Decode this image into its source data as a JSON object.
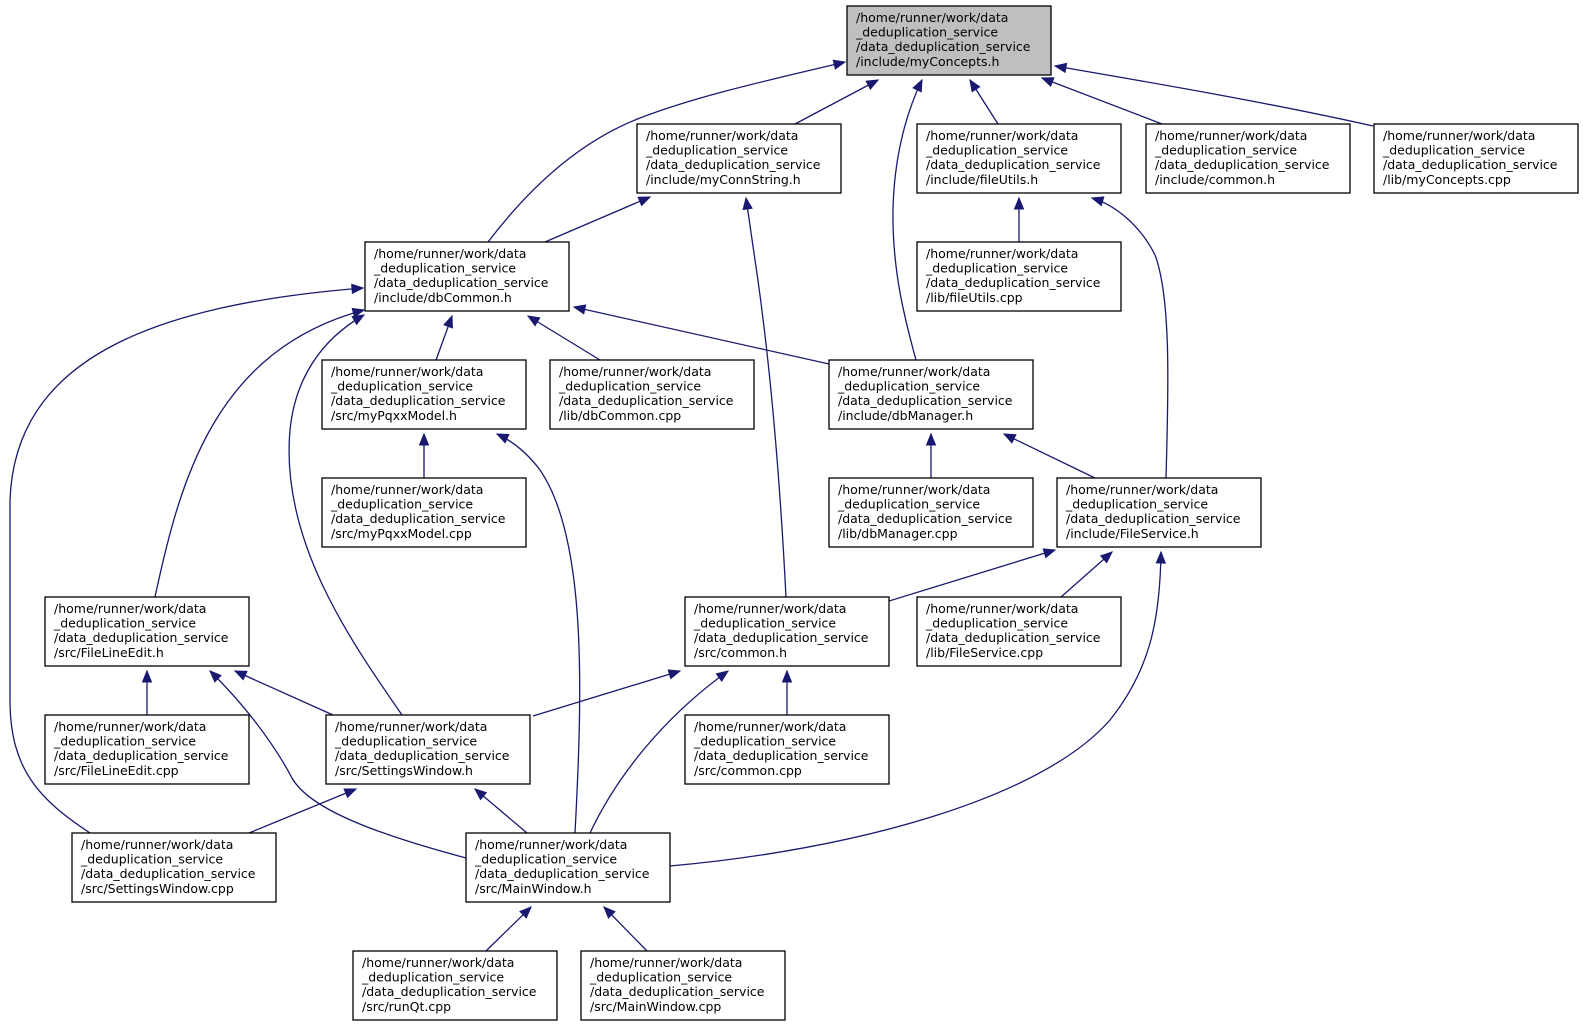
{
  "graph": {
    "type": "include-dependency-graph",
    "colors": {
      "edge": "#191970",
      "root_fill": "#bfbfbf",
      "node_fill": "#ffffff",
      "node_border": "#000000"
    },
    "nodes": [
      {
        "id": "myConcepts_h",
        "root": true,
        "lines": [
          "/home/runner/work/data",
          "_deduplication_service",
          "/data_deduplication_service",
          "/include/myConcepts.h"
        ]
      },
      {
        "id": "myConnString_h",
        "lines": [
          "/home/runner/work/data",
          "_deduplication_service",
          "/data_deduplication_service",
          "/include/myConnString.h"
        ]
      },
      {
        "id": "fileUtils_h",
        "lines": [
          "/home/runner/work/data",
          "_deduplication_service",
          "/data_deduplication_service",
          "/include/fileUtils.h"
        ]
      },
      {
        "id": "common_h_inc",
        "lines": [
          "/home/runner/work/data",
          "_deduplication_service",
          "/data_deduplication_service",
          "/include/common.h"
        ]
      },
      {
        "id": "myConcepts_cpp",
        "lines": [
          "/home/runner/work/data",
          "_deduplication_service",
          "/data_deduplication_service",
          "/lib/myConcepts.cpp"
        ]
      },
      {
        "id": "dbCommon_h",
        "lines": [
          "/home/runner/work/data",
          "_deduplication_service",
          "/data_deduplication_service",
          "/include/dbCommon.h"
        ]
      },
      {
        "id": "fileUtils_cpp",
        "lines": [
          "/home/runner/work/data",
          "_deduplication_service",
          "/data_deduplication_service",
          "/lib/fileUtils.cpp"
        ]
      },
      {
        "id": "myPqxxModel_h",
        "lines": [
          "/home/runner/work/data",
          "_deduplication_service",
          "/data_deduplication_service",
          "/src/myPqxxModel.h"
        ]
      },
      {
        "id": "dbCommon_cpp",
        "lines": [
          "/home/runner/work/data",
          "_deduplication_service",
          "/data_deduplication_service",
          "/lib/dbCommon.cpp"
        ]
      },
      {
        "id": "dbManager_h",
        "lines": [
          "/home/runner/work/data",
          "_deduplication_service",
          "/data_deduplication_service",
          "/include/dbManager.h"
        ]
      },
      {
        "id": "myPqxxModel_cpp",
        "lines": [
          "/home/runner/work/data",
          "_deduplication_service",
          "/data_deduplication_service",
          "/src/myPqxxModel.cpp"
        ]
      },
      {
        "id": "dbManager_cpp",
        "lines": [
          "/home/runner/work/data",
          "_deduplication_service",
          "/data_deduplication_service",
          "/lib/dbManager.cpp"
        ]
      },
      {
        "id": "FileService_h",
        "lines": [
          "/home/runner/work/data",
          "_deduplication_service",
          "/data_deduplication_service",
          "/include/FileService.h"
        ]
      },
      {
        "id": "FileLineEdit_h",
        "lines": [
          "/home/runner/work/data",
          "_deduplication_service",
          "/data_deduplication_service",
          "/src/FileLineEdit.h"
        ]
      },
      {
        "id": "common_h_src",
        "lines": [
          "/home/runner/work/data",
          "_deduplication_service",
          "/data_deduplication_service",
          "/src/common.h"
        ]
      },
      {
        "id": "FileService_cpp",
        "lines": [
          "/home/runner/work/data",
          "_deduplication_service",
          "/data_deduplication_service",
          "/lib/FileService.cpp"
        ]
      },
      {
        "id": "FileLineEdit_cpp",
        "lines": [
          "/home/runner/work/data",
          "_deduplication_service",
          "/data_deduplication_service",
          "/src/FileLineEdit.cpp"
        ]
      },
      {
        "id": "SettingsWindow_h",
        "lines": [
          "/home/runner/work/data",
          "_deduplication_service",
          "/data_deduplication_service",
          "/src/SettingsWindow.h"
        ]
      },
      {
        "id": "common_cpp",
        "lines": [
          "/home/runner/work/data",
          "_deduplication_service",
          "/data_deduplication_service",
          "/src/common.cpp"
        ]
      },
      {
        "id": "SettingsWindow_cpp",
        "lines": [
          "/home/runner/work/data",
          "_deduplication_service",
          "/data_deduplication_service",
          "/src/SettingsWindow.cpp"
        ]
      },
      {
        "id": "MainWindow_h",
        "lines": [
          "/home/runner/work/data",
          "_deduplication_service",
          "/data_deduplication_service",
          "/src/MainWindow.h"
        ]
      },
      {
        "id": "runQt_cpp",
        "lines": [
          "/home/runner/work/data",
          "_deduplication_service",
          "/data_deduplication_service",
          "/src/runQt.cpp"
        ]
      },
      {
        "id": "MainWindow_cpp",
        "lines": [
          "/home/runner/work/data",
          "_deduplication_service",
          "/data_deduplication_service",
          "/src/MainWindow.cpp"
        ]
      }
    ],
    "edges": [
      {
        "from": "dbCommon_h",
        "to": "myConcepts_h"
      },
      {
        "from": "myConnString_h",
        "to": "myConcepts_h"
      },
      {
        "from": "dbManager_h",
        "to": "myConcepts_h"
      },
      {
        "from": "fileUtils_h",
        "to": "myConcepts_h"
      },
      {
        "from": "common_h_inc",
        "to": "myConcepts_h"
      },
      {
        "from": "myConcepts_cpp",
        "to": "myConcepts_h"
      },
      {
        "from": "dbCommon_h",
        "to": "myConnString_h"
      },
      {
        "from": "common_h_src",
        "to": "myConnString_h"
      },
      {
        "from": "fileUtils_cpp",
        "to": "fileUtils_h"
      },
      {
        "from": "FileService_h",
        "to": "fileUtils_h"
      },
      {
        "from": "SettingsWindow_cpp",
        "to": "dbCommon_h"
      },
      {
        "from": "FileLineEdit_h",
        "to": "dbCommon_h"
      },
      {
        "from": "SettingsWindow_h",
        "to": "dbCommon_h"
      },
      {
        "from": "myPqxxModel_h",
        "to": "dbCommon_h"
      },
      {
        "from": "dbCommon_cpp",
        "to": "dbCommon_h"
      },
      {
        "from": "dbManager_h",
        "to": "dbCommon_h"
      },
      {
        "from": "myPqxxModel_cpp",
        "to": "myPqxxModel_h"
      },
      {
        "from": "MainWindow_h",
        "to": "myPqxxModel_h"
      },
      {
        "from": "dbManager_cpp",
        "to": "dbManager_h"
      },
      {
        "from": "FileService_h",
        "to": "dbManager_h"
      },
      {
        "from": "common_h_src",
        "to": "FileService_h"
      },
      {
        "from": "FileService_cpp",
        "to": "FileService_h"
      },
      {
        "from": "MainWindow_h",
        "to": "FileService_h"
      },
      {
        "from": "FileLineEdit_cpp",
        "to": "FileLineEdit_h"
      },
      {
        "from": "SettingsWindow_h",
        "to": "FileLineEdit_h"
      },
      {
        "from": "MainWindow_h",
        "to": "FileLineEdit_h"
      },
      {
        "from": "SettingsWindow_h",
        "to": "common_h_src"
      },
      {
        "from": "MainWindow_h",
        "to": "common_h_src"
      },
      {
        "from": "common_cpp",
        "to": "common_h_src"
      },
      {
        "from": "SettingsWindow_cpp",
        "to": "SettingsWindow_h"
      },
      {
        "from": "MainWindow_h",
        "to": "SettingsWindow_h"
      },
      {
        "from": "runQt_cpp",
        "to": "MainWindow_h"
      },
      {
        "from": "MainWindow_cpp",
        "to": "MainWindow_h"
      }
    ]
  }
}
